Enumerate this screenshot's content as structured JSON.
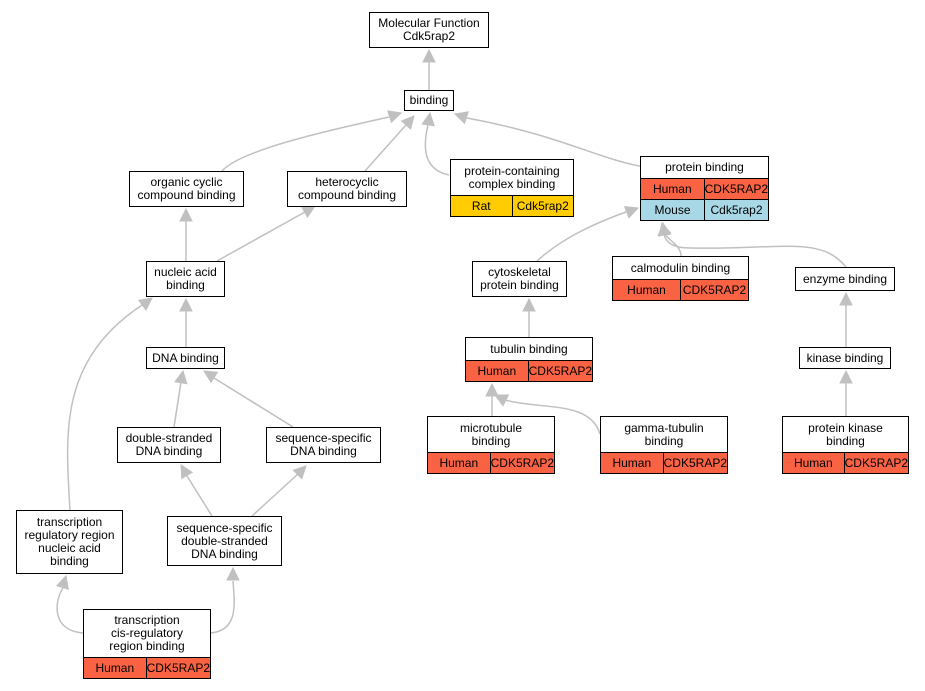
{
  "diagram": {
    "nodes": [
      {
        "id": "mf",
        "label": "Molecular Function\nCdk5rap2"
      },
      {
        "id": "binding",
        "label": "binding"
      },
      {
        "id": "organic",
        "label": "organic cyclic\ncompound binding"
      },
      {
        "id": "hetero",
        "label": "heterocyclic\ncompound binding"
      },
      {
        "id": "pcc",
        "label": "protein-containing\ncomplex binding",
        "annotations": [
          {
            "species": "Rat",
            "gene": "Cdk5rap2",
            "color": "#fecc00"
          }
        ]
      },
      {
        "id": "protein",
        "label": "protein binding",
        "annotations": [
          {
            "species": "Human",
            "gene": "CDK5RAP2",
            "color": "#fa6244"
          },
          {
            "species": "Mouse",
            "gene": "Cdk5rap2",
            "color": "#a8d8e6"
          }
        ]
      },
      {
        "id": "nucleic",
        "label": "nucleic acid\nbinding"
      },
      {
        "id": "cytoskel",
        "label": "cytoskeletal\nprotein binding"
      },
      {
        "id": "calmod",
        "label": "calmodulin binding",
        "annotations": [
          {
            "species": "Human",
            "gene": "CDK5RAP2",
            "color": "#fa6244"
          }
        ]
      },
      {
        "id": "enzyme",
        "label": "enzyme binding"
      },
      {
        "id": "dna",
        "label": "DNA binding"
      },
      {
        "id": "tubulin",
        "label": "tubulin binding",
        "annotations": [
          {
            "species": "Human",
            "gene": "CDK5RAP2",
            "color": "#fa6244"
          }
        ]
      },
      {
        "id": "kinase",
        "label": "kinase binding"
      },
      {
        "id": "dsdna",
        "label": "double-stranded\nDNA binding"
      },
      {
        "id": "seqspec",
        "label": "sequence-specific\nDNA binding"
      },
      {
        "id": "microtub",
        "label": "microtubule\nbinding",
        "annotations": [
          {
            "species": "Human",
            "gene": "CDK5RAP2",
            "color": "#fa6244"
          }
        ]
      },
      {
        "id": "gammatub",
        "label": "gamma-tubulin\nbinding",
        "annotations": [
          {
            "species": "Human",
            "gene": "CDK5RAP2",
            "color": "#fa6244"
          }
        ]
      },
      {
        "id": "pkinase",
        "label": "protein kinase\nbinding",
        "annotations": [
          {
            "species": "Human",
            "gene": "CDK5RAP2",
            "color": "#fa6244"
          }
        ]
      },
      {
        "id": "trreg",
        "label": "transcription\nregulatory region\nnucleic acid\nbinding"
      },
      {
        "id": "ssds",
        "label": "sequence-specific\ndouble-stranded\nDNA binding"
      },
      {
        "id": "trcis",
        "label": "transcription\ncis-regulatory\nregion binding",
        "annotations": [
          {
            "species": "Human",
            "gene": "CDK5RAP2",
            "color": "#fa6244"
          }
        ]
      }
    ],
    "edges": [
      {
        "from": "binding",
        "to": "mf"
      },
      {
        "from": "organic",
        "to": "binding"
      },
      {
        "from": "hetero",
        "to": "binding"
      },
      {
        "from": "pcc",
        "to": "binding"
      },
      {
        "from": "protein",
        "to": "binding"
      },
      {
        "from": "nucleic",
        "to": "organic"
      },
      {
        "from": "nucleic",
        "to": "hetero"
      },
      {
        "from": "cytoskel",
        "to": "protein"
      },
      {
        "from": "calmod",
        "to": "protein"
      },
      {
        "from": "enzyme",
        "to": "protein"
      },
      {
        "from": "dna",
        "to": "nucleic"
      },
      {
        "from": "tubulin",
        "to": "cytoskel"
      },
      {
        "from": "kinase",
        "to": "enzyme"
      },
      {
        "from": "dsdna",
        "to": "dna"
      },
      {
        "from": "seqspec",
        "to": "dna"
      },
      {
        "from": "microtub",
        "to": "tubulin"
      },
      {
        "from": "gammatub",
        "to": "tubulin"
      },
      {
        "from": "pkinase",
        "to": "kinase"
      },
      {
        "from": "trreg",
        "to": "nucleic"
      },
      {
        "from": "ssds",
        "to": "dsdna"
      },
      {
        "from": "ssds",
        "to": "seqspec"
      },
      {
        "from": "trcis",
        "to": "trreg"
      },
      {
        "from": "trcis",
        "to": "ssds"
      }
    ],
    "edge_color": "#c0c0c0"
  }
}
